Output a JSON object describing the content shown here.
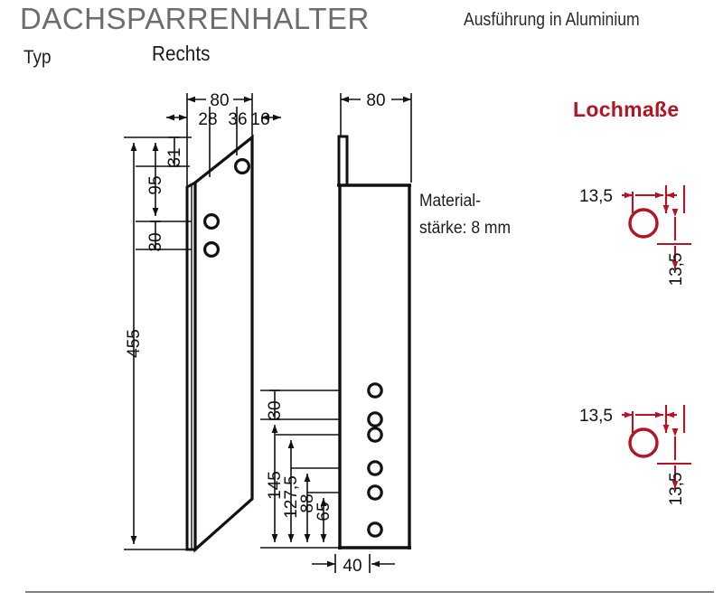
{
  "header": {
    "title": "DACHSPARRENHALTER",
    "subtitle": "Ausführung in Aluminium",
    "type_label": "Typ",
    "type_value": "Rechts",
    "title_color": "#6d6d6d",
    "subtitle_color": "#2b2b2b"
  },
  "notes": {
    "material": "Material-\nstärke: 8 mm"
  },
  "hole_spec": {
    "title": "Lochmaße",
    "color": "#b41423",
    "groups": [
      {
        "horizontal": "13,5",
        "vertical": "13,5"
      },
      {
        "horizontal": "13,5",
        "vertical": "13,5"
      }
    ]
  },
  "front_view": {
    "name": "front-elevation",
    "dimensions": {
      "width_total": "80",
      "width_a": "28",
      "width_b": "36",
      "width_c": "16",
      "height_total": "455",
      "top_offset": "31",
      "hole_span": "95",
      "hole_offset": "30"
    },
    "hole_count": 3
  },
  "side_view": {
    "name": "side-elevation",
    "dimensions": {
      "width_total": "80",
      "base_width": "40",
      "d_30": "30",
      "d_145": "145",
      "d_127_5": "127,5",
      "d_88": "88",
      "d_65": "65"
    },
    "hole_count": 6
  },
  "style": {
    "line_color": "#111111",
    "background": "#ffffff"
  }
}
